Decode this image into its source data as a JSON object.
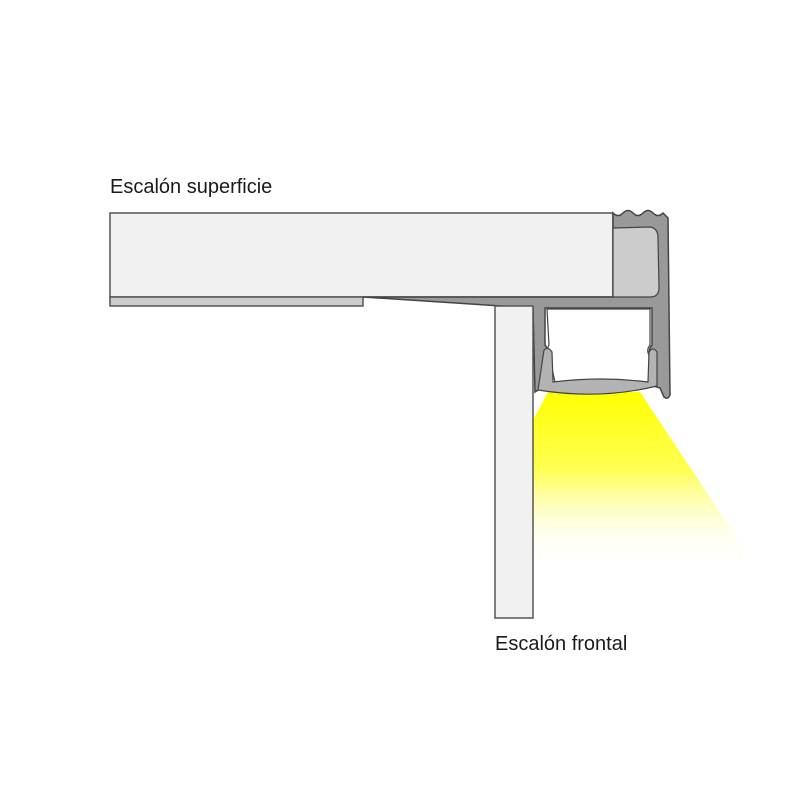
{
  "labels": {
    "top": "Escalón superficie",
    "front": "Escalón frontal"
  },
  "colors": {
    "panel_fill": "#f1f1f1",
    "panel_stroke": "#555555",
    "profile_dark": "#999999",
    "profile_light": "#cccccc",
    "light_beam": "#ffff00",
    "outline": "#444444"
  },
  "components": [
    {
      "name": "step-tread-panel",
      "label_key": "top"
    },
    {
      "name": "step-riser-panel",
      "label_key": "front"
    },
    {
      "name": "aluminium-led-profile"
    },
    {
      "name": "diffuser"
    },
    {
      "name": "light-beam"
    }
  ]
}
